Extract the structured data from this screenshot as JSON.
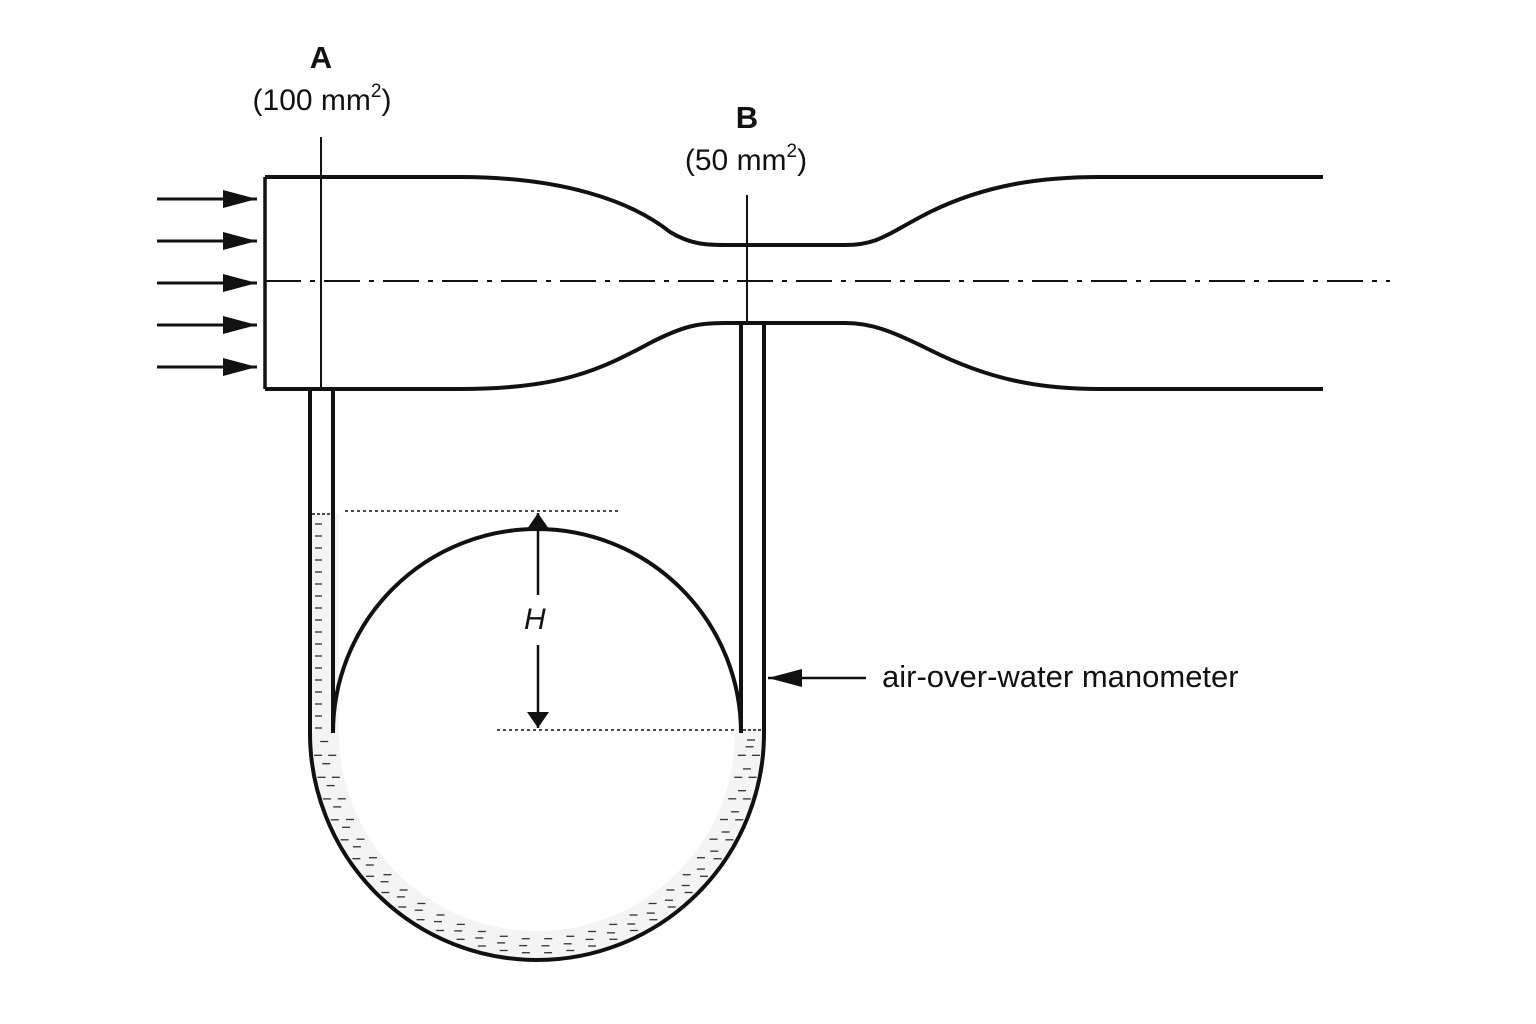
{
  "section_a": {
    "name": "A",
    "area_value": "100 mm",
    "area_exp": "2"
  },
  "section_b": {
    "name": "B",
    "area_value": "50 mm",
    "area_exp": "2"
  },
  "height_label": "H",
  "manometer_label": "air-over-water manometer",
  "flow_arrow_count": 5
}
